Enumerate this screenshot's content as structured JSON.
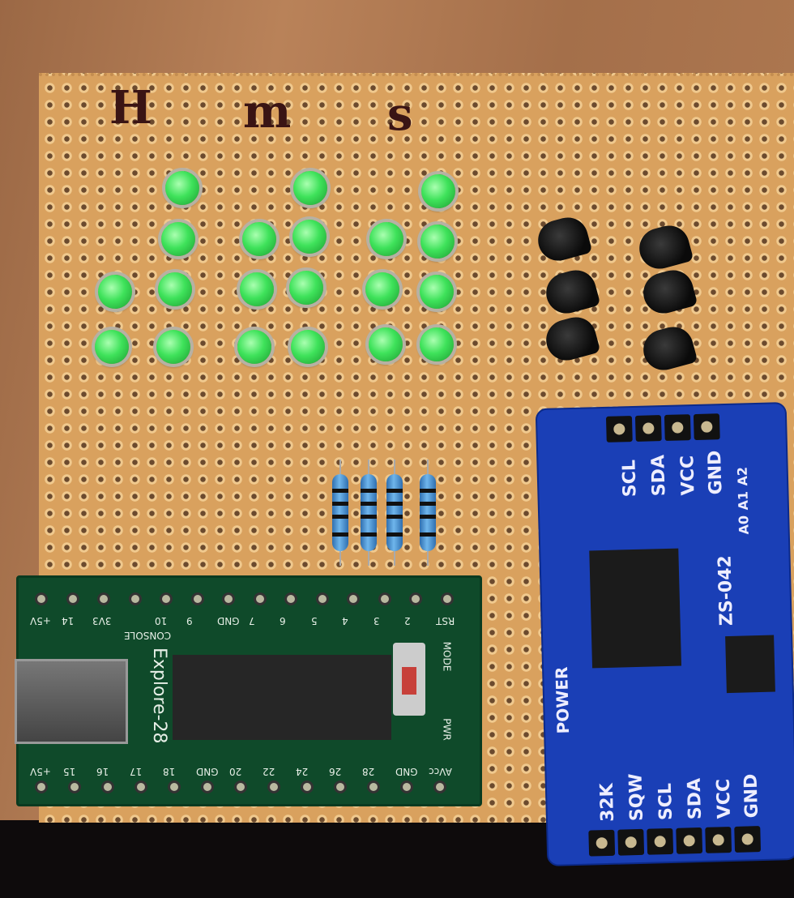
{
  "board_markings": [
    "H",
    "m",
    "s"
  ],
  "mcu_module": {
    "name": "Explore-28",
    "top_pins": [
      "+5V",
      "14",
      "3V3",
      "CONSOLE",
      "10",
      "9",
      "GND",
      "7",
      "6",
      "5",
      "4",
      "3",
      "2",
      "RST"
    ],
    "bottom_pins": [
      "+5V",
      "15",
      "16",
      "17",
      "18",
      "GND",
      "20",
      "22",
      "24",
      "26",
      "28",
      "GND",
      "AVcc"
    ],
    "leds": [
      "MODE",
      "PWR"
    ]
  },
  "rtc_module": {
    "model": "ZS-042",
    "top_pins": [
      "SCL",
      "SDA",
      "VCC",
      "GND"
    ],
    "address_pins": [
      "A0",
      "A1",
      "A2"
    ],
    "power_label": "POWER",
    "bottom_pins": [
      "32K",
      "SQW",
      "SCL",
      "SDA",
      "VCC",
      "GND"
    ]
  }
}
